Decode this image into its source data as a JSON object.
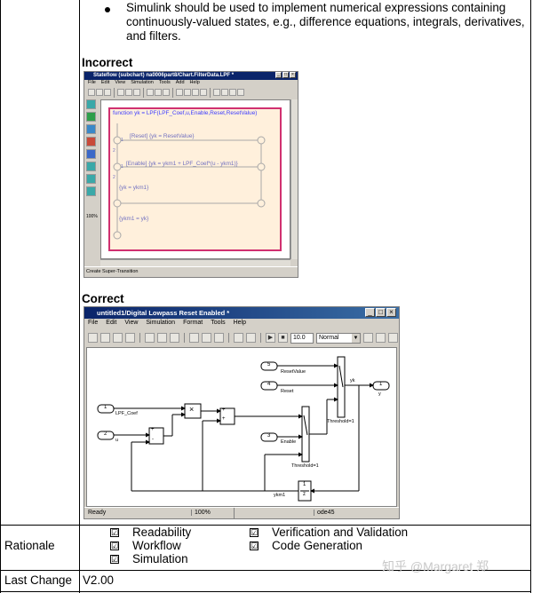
{
  "bullet": "Simulink should be used to implement numerical expressions containing continuously-valued states, e.g., difference equations, integrals, derivatives, and filters.",
  "incorrect": {
    "heading": "Incorrect",
    "window_title": "Stateflow (subchart) na0006part8/Chart.FilterData.LPF *",
    "menu": [
      "File",
      "Edit",
      "View",
      "Simulation",
      "Tools",
      "Add",
      "Help"
    ],
    "function_sig": "function yk = LPF(LPF_Coef,u,Enable,Reset,ResetValue)",
    "transitions": [
      "[Reset] {yk = ResetValue}",
      "[Enable] {yk = ykm1 + LPF_Coef*(u - ykm1)}",
      "{yk = ykm1}",
      "{ykm1 = yk}"
    ],
    "zoom": "100%",
    "status": "Create Super-Transition",
    "nodes": [
      "1",
      "2",
      "1",
      "2"
    ]
  },
  "correct": {
    "heading": "Correct",
    "window_title": "untitled1/Digital Lowpass Reset Enabled *",
    "menu": [
      "File",
      "Edit",
      "View",
      "Simulation",
      "Format",
      "Tools",
      "Help"
    ],
    "stop_time": "10.0",
    "sim_mode": "Normal",
    "status_left": "Ready",
    "status_zoom": "100%",
    "status_solver": "ode45",
    "inports": {
      "p5": "5",
      "p4": "4",
      "p1": "1",
      "p2": "2",
      "p3": "3"
    },
    "outport": "1",
    "signals": {
      "reset_value": "ResetValue",
      "reset": "Reset",
      "lpf_coef": "LPF_Coef",
      "u": "u",
      "enable": "Enable",
      "yk": "yk",
      "y": "y",
      "ykm1": "ykm1"
    },
    "switch_label": "Threshold=1",
    "ops": {
      "mult": "×",
      "plus": "+",
      "minus": "-"
    },
    "delay_num": "1",
    "delay_den": "z"
  },
  "rationale": {
    "label": "Rationale",
    "items": [
      "Readability",
      "Workflow",
      "Simulation",
      "Verification and Validation",
      "Code Generation"
    ],
    "check": "☑"
  },
  "last_change": {
    "label": "Last Change",
    "value": "V2.00"
  },
  "watermark": "知乎 @Margaret 郑",
  "colors": {
    "incorrect_title": "#0a246a",
    "correct_title": "#0a246a",
    "stateflow_border": "#d03070",
    "stateflow_fill": "#fff0dc"
  }
}
